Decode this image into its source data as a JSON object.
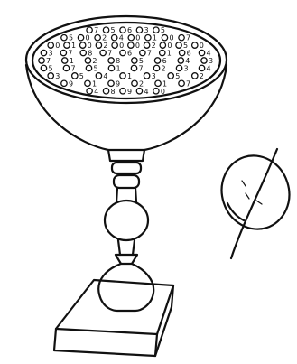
{
  "balls": [
    [
      "7",
      "5",
      "6",
      "3",
      "5"
    ],
    [
      "5",
      "0",
      "2",
      "4",
      "0",
      "1",
      "0",
      "7"
    ],
    [
      "0",
      "1",
      "0",
      "2",
      "0",
      "0",
      "2",
      "0",
      "5",
      "0"
    ],
    [
      "3",
      "7",
      "8",
      "7",
      "6",
      "7",
      "1",
      "6",
      "4"
    ],
    [
      "7",
      "1",
      "2",
      "8",
      "5",
      "6",
      "4",
      "3"
    ],
    [
      "5",
      "7",
      "5",
      "1",
      "7",
      "2",
      "3",
      "4"
    ],
    [
      "3",
      "5",
      "4",
      "1",
      "3",
      "5",
      "2"
    ],
    [
      "9",
      "1",
      "9",
      "2",
      "1",
      "7"
    ],
    [
      "4",
      "8",
      "9",
      "4",
      "0"
    ]
  ]
}
